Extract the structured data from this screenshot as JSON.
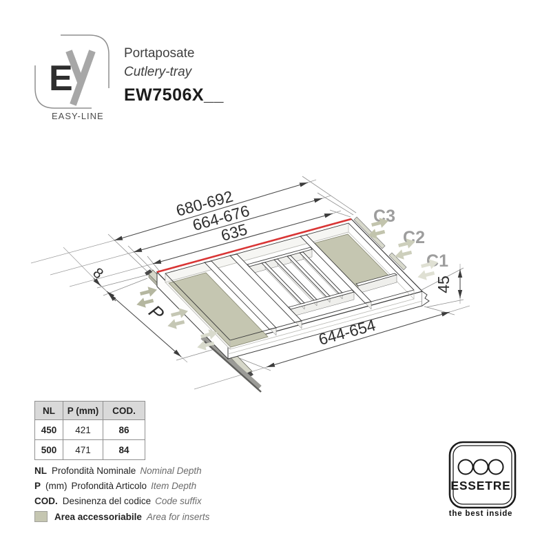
{
  "header": {
    "logo": {
      "e": "E",
      "tagline": "EASY-LINE"
    },
    "title_it": "Portaposate",
    "title_en": "Cutlery-tray",
    "code": "EW7506X__"
  },
  "drawing": {
    "dims": {
      "outer": "680-692",
      "mid": "664-676",
      "inner": "635",
      "front": "644-654",
      "height": "45",
      "rail": "8",
      "depth": "P"
    },
    "cuts": {
      "c1": "C1",
      "c2": "C2",
      "c3": "C3"
    },
    "colors": {
      "accent_red": "#d93535",
      "insert_area": "#c5c6b1"
    }
  },
  "table": {
    "headers": [
      "NL",
      "P (mm)",
      "COD."
    ],
    "rows": [
      [
        "450",
        "421",
        "86"
      ],
      [
        "500",
        "471",
        "84"
      ]
    ]
  },
  "legend": {
    "items": [
      {
        "term": "NL",
        "description_it": "Profondità Nominale",
        "description_en": "Nominal Depth"
      },
      {
        "term": "P",
        "term_suffix": "(mm)",
        "description_it": "Profondità Articolo",
        "description_en": "Item Depth"
      },
      {
        "term": "COD.",
        "description_it": "Desinenza del codice",
        "description_en": "Code suffix"
      },
      {
        "term": "",
        "description_it": "Area accessoriabile",
        "description_en": "Area for inserts"
      }
    ]
  },
  "brand": {
    "name": "ESSETRE",
    "tagline": "the best inside"
  }
}
